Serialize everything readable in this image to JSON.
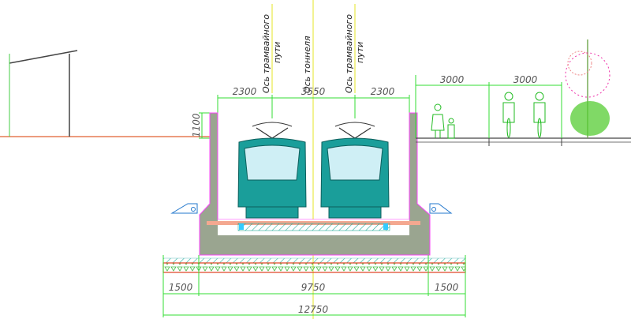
{
  "drawing": {
    "axis_labels": {
      "left_track_line1": "Ось трамвайного",
      "left_track_line2": "пути",
      "tunnel_axis": "Ось тоннеля",
      "right_track_line1": "Ось трамвайного",
      "right_track_line2": "пути"
    },
    "top_dimensions": [
      "2300",
      "3550",
      "2300"
    ],
    "wall_height": "1100",
    "sidewalk_dimensions": [
      "3000",
      "3000"
    ],
    "bottom_dimensions": [
      "1500",
      "9750",
      "1500"
    ],
    "total_width": "12750",
    "colors": {
      "dimension": "#33dd33",
      "axis": "#e8e84a",
      "concrete": "#9aa590",
      "outline": "#ff44ff",
      "tram": "#1a9e9a",
      "ground": "#e06030"
    }
  }
}
